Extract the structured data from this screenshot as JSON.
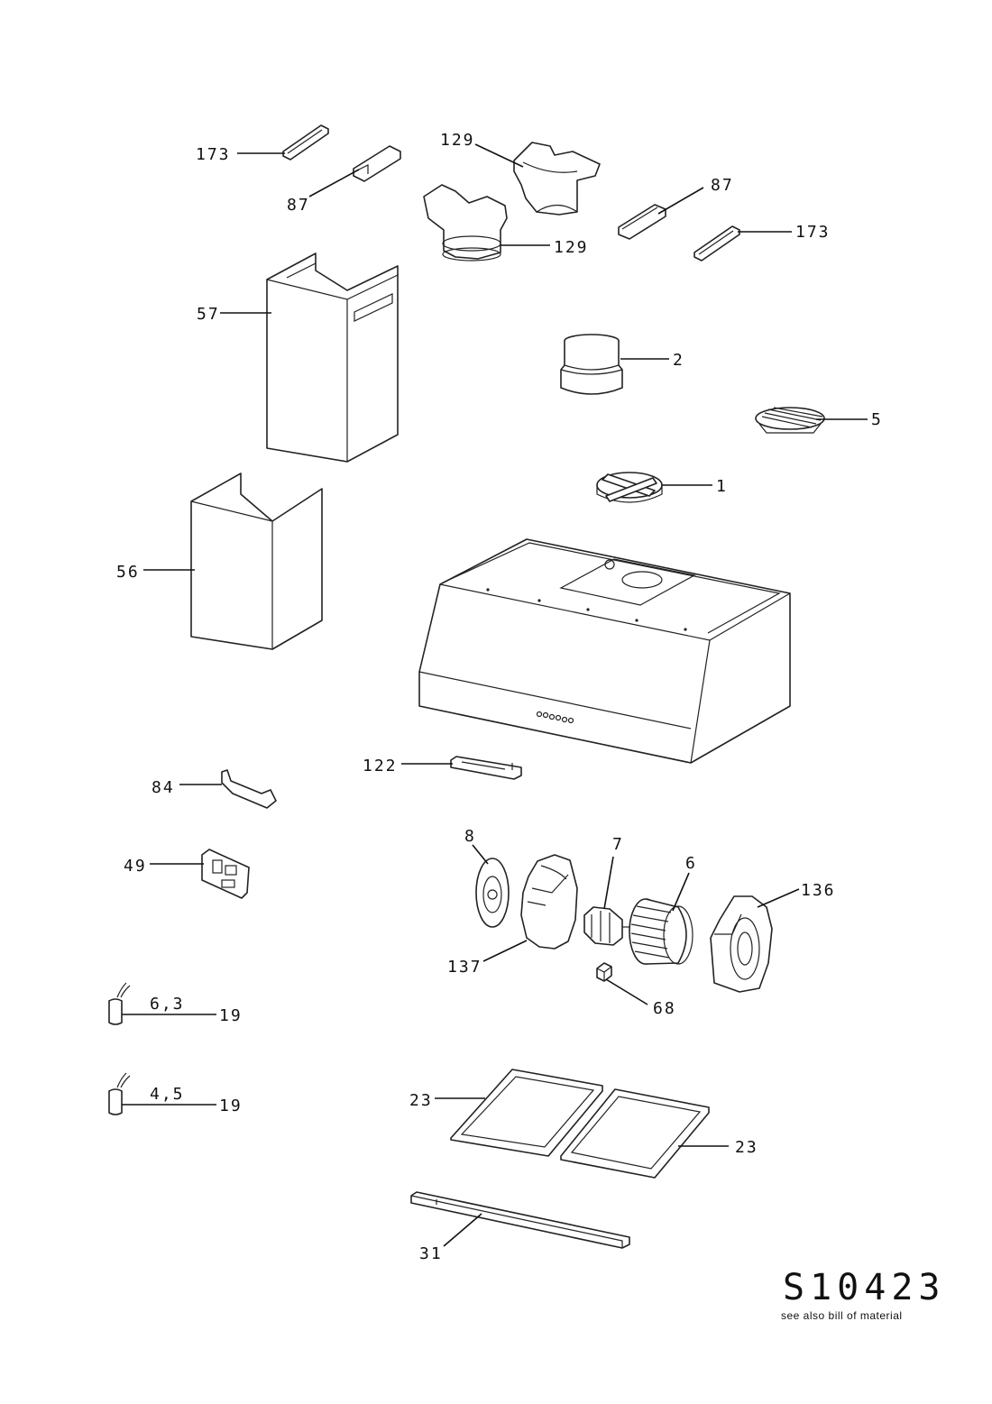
{
  "drawing": {
    "code": "S10423",
    "note": "see also bill of material"
  },
  "labels": {
    "173": "173",
    "87": "87",
    "129": "129",
    "57": "57",
    "2": "2",
    "5": "5",
    "1": "1",
    "56": "56",
    "122": "122",
    "84": "84",
    "49": "49",
    "8": "8",
    "7": "7",
    "6": "6",
    "136": "136",
    "137": "137",
    "68": "68",
    "19": "19",
    "63": "6,3",
    "45": "4,5",
    "23": "23",
    "31": "31"
  }
}
